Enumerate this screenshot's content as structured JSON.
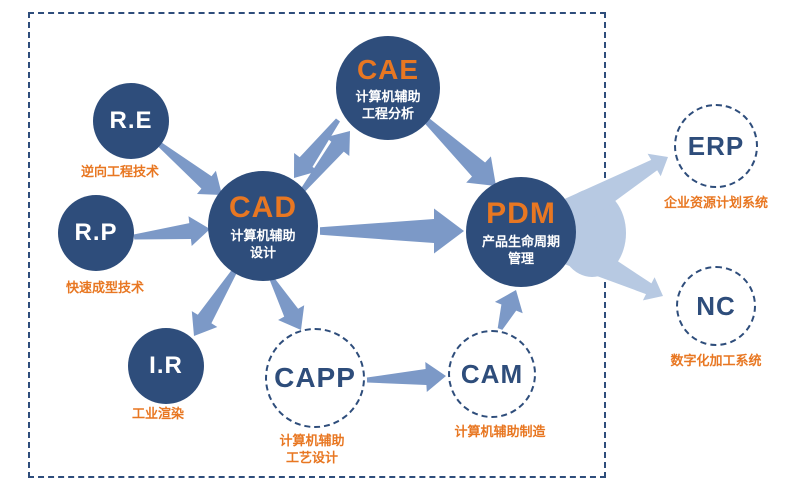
{
  "diagram": {
    "title": "CAD/CAM/CAE/PDM relationship diagram",
    "colors": {
      "navy": "#2e4d7b",
      "orange": "#e87722",
      "arrow": "#7c99c7",
      "arrow_light": "#b7c9e2",
      "background": "#ffffff"
    },
    "nodes": {
      "re": {
        "abbr": "R.E",
        "label": "逆向工程技术"
      },
      "rp": {
        "abbr": "R.P",
        "label": "快速成型技术"
      },
      "ir": {
        "abbr": "I.R",
        "label": "工业渲染"
      },
      "cad": {
        "abbr": "CAD",
        "line1": "计算机辅助",
        "line2": "设计"
      },
      "cae": {
        "abbr": "CAE",
        "line1": "计算机辅助",
        "line2": "工程分析"
      },
      "pdm": {
        "abbr": "PDM",
        "line1": "产品生命周期",
        "line2": "管理"
      },
      "capp": {
        "abbr": "CAPP",
        "label_line1": "计算机辅助",
        "label_line2": "工艺设计"
      },
      "cam": {
        "abbr": "CAM",
        "label": "计算机辅助制造"
      },
      "erp": {
        "abbr": "ERP",
        "label": "企业资源计划系统"
      },
      "nc": {
        "abbr": "NC",
        "label": "数字化加工系统"
      }
    },
    "edges": [
      {
        "from": "R.E",
        "to": "CAD"
      },
      {
        "from": "R.P",
        "to": "CAD"
      },
      {
        "from": "CAD",
        "to": "I.R"
      },
      {
        "from": "CAD",
        "to": "CAE"
      },
      {
        "from": "CAE",
        "to": "CAD"
      },
      {
        "from": "CAE",
        "to": "PDM"
      },
      {
        "from": "CAD",
        "to": "PDM"
      },
      {
        "from": "CAD",
        "to": "CAPP"
      },
      {
        "from": "CAPP",
        "to": "CAM"
      },
      {
        "from": "CAM",
        "to": "PDM"
      },
      {
        "from": "PDM",
        "to": "ERP"
      },
      {
        "from": "PDM",
        "to": "NC"
      }
    ]
  }
}
